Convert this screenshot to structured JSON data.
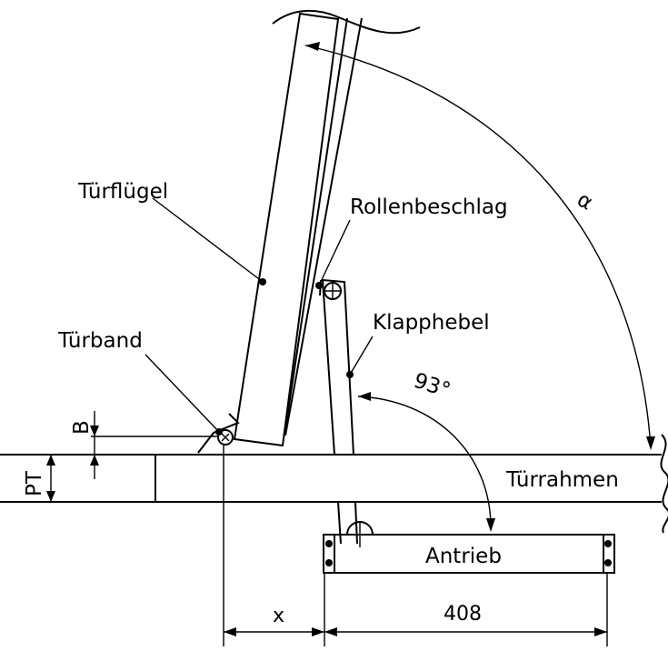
{
  "labels": {
    "door_leaf": "Türflügel",
    "roller_fitting": "Rollenbeschlag",
    "angle_alpha": "α",
    "folding_lever": "Klapphebel",
    "door_hinge": "Türband",
    "angle_93": "93°",
    "dim_b": "B",
    "dim_pt": "PT",
    "door_frame": "Türrahmen",
    "drive": "Antrieb",
    "dim_x": "x",
    "dim_408": "408"
  }
}
